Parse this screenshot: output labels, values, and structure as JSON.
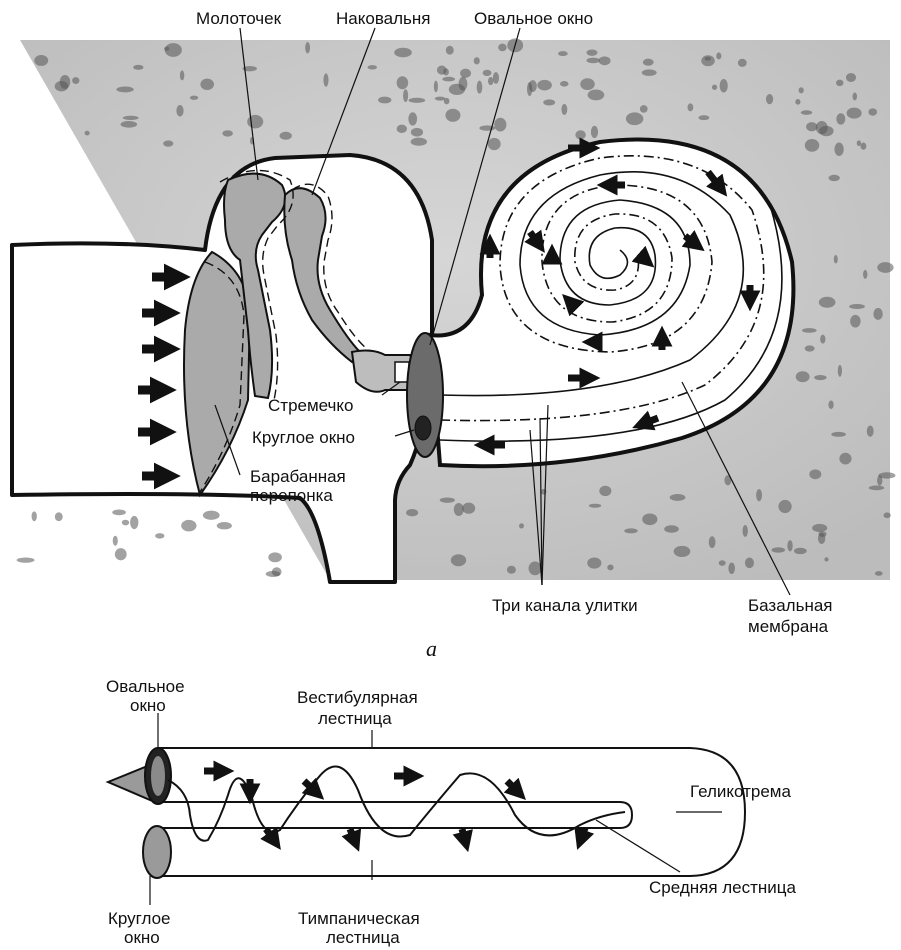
{
  "figure_a": {
    "labels": {
      "malleus": "Молоточек",
      "incus": "Наковальня",
      "oval_window": "Овальное окно",
      "stapes": "Стремечко",
      "round_window": "Круглое окно",
      "eardrum_line1": "Барабанная",
      "eardrum_line2": "перепонка",
      "three_canals": "Три канала улитки",
      "basilar_line1": "Базальная",
      "basilar_line2": "мембрана"
    },
    "caption": "а"
  },
  "figure_b": {
    "labels": {
      "oval_line1": "Овальное",
      "oval_line2": "окно",
      "vestibular_line1": "Вестибулярная",
      "vestibular_line2": "лестница",
      "helicotrema": "Геликотрема",
      "middle_scala": "Средняя лестница",
      "round_line1": "Круглое",
      "round_line2": "окно",
      "tympanic_line1": "Тимпаническая",
      "tympanic_line2": "лестница"
    }
  },
  "colors": {
    "bone": "#c9c9c9",
    "ossicle": "#a9a9a9",
    "window_dark": "#6b6b6b",
    "ink": "#111111"
  }
}
